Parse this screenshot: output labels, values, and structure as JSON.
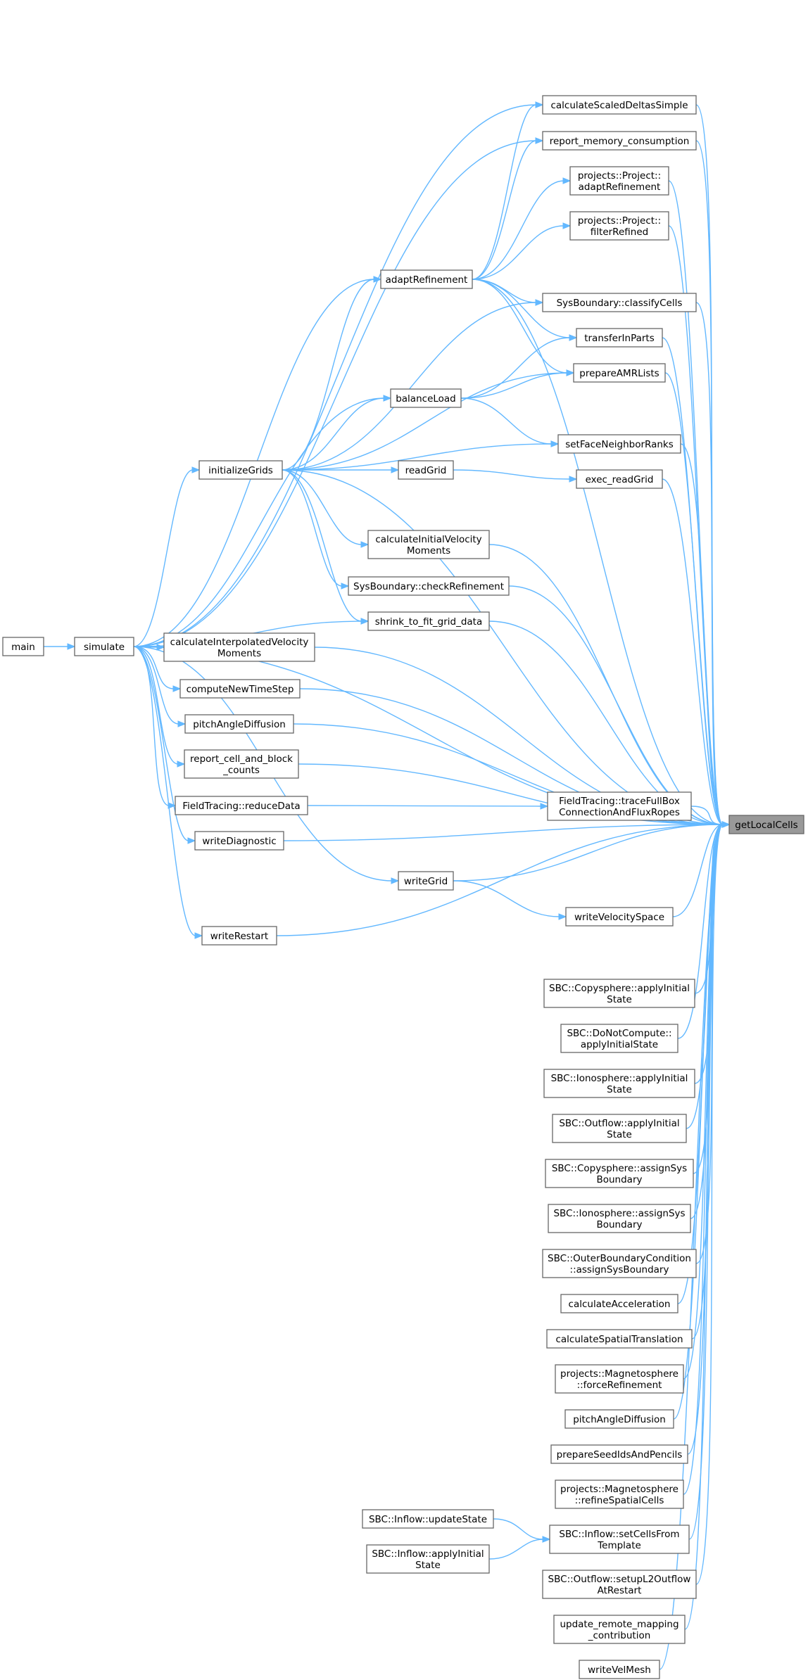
{
  "nodes": {
    "main": {
      "label": [
        "main"
      ]
    },
    "simulate": {
      "label": [
        "simulate"
      ]
    },
    "initializeGrids": {
      "label": [
        "initializeGrids"
      ]
    },
    "adaptRefinement": {
      "label": [
        "adaptRefinement"
      ]
    },
    "balanceLoad": {
      "label": [
        "balanceLoad"
      ]
    },
    "readGrid": {
      "label": [
        "readGrid"
      ]
    },
    "calcInitVelMoments": {
      "label": [
        "calculateInitialVelocity",
        "Moments"
      ]
    },
    "checkRefinement": {
      "label": [
        "SysBoundary::checkRefinement"
      ]
    },
    "shrinkToFit": {
      "label": [
        "shrink_to_fit_grid_data"
      ]
    },
    "calcInterpVelMoments": {
      "label": [
        "calculateInterpolatedVelocity",
        "Moments"
      ]
    },
    "computeNewTimeStep": {
      "label": [
        "computeNewTimeStep"
      ]
    },
    "pitchAngleDiffusion1": {
      "label": [
        "pitchAngleDiffusion"
      ]
    },
    "reportCellBlock": {
      "label": [
        "report_cell_and_block",
        "_counts"
      ]
    },
    "reduceData": {
      "label": [
        "FieldTracing::reduceData"
      ]
    },
    "writeDiagnostic": {
      "label": [
        "writeDiagnostic"
      ]
    },
    "writeGrid": {
      "label": [
        "writeGrid"
      ]
    },
    "writeRestart": {
      "label": [
        "writeRestart"
      ]
    },
    "calcScaledDeltas": {
      "label": [
        "calculateScaledDeltasSimple"
      ]
    },
    "reportMemory": {
      "label": [
        "report_memory_consumption"
      ]
    },
    "projAdaptRef": {
      "label": [
        "projects::Project::",
        "adaptRefinement"
      ]
    },
    "projFilterRef": {
      "label": [
        "projects::Project::",
        "filterRefined"
      ]
    },
    "classifyCells": {
      "label": [
        "SysBoundary::classifyCells"
      ]
    },
    "transferInParts": {
      "label": [
        "transferInParts"
      ]
    },
    "prepareAMRLists": {
      "label": [
        "prepareAMRLists"
      ]
    },
    "setFaceNeighborRanks": {
      "label": [
        "setFaceNeighborRanks"
      ]
    },
    "execReadGrid": {
      "label": [
        "exec_readGrid"
      ]
    },
    "traceFullBox": {
      "label": [
        "FieldTracing::traceFullBox",
        "ConnectionAndFluxRopes"
      ]
    },
    "writeVelocitySpace": {
      "label": [
        "writeVelocitySpace"
      ]
    },
    "copysphereApplyInit": {
      "label": [
        "SBC::Copysphere::applyInitial",
        "State"
      ]
    },
    "doNotComputeApplyInit": {
      "label": [
        "SBC::DoNotCompute::",
        "applyInitialState"
      ]
    },
    "ionosphereApplyInit": {
      "label": [
        "SBC::Ionosphere::applyInitial",
        "State"
      ]
    },
    "outflowApplyInit": {
      "label": [
        "SBC::Outflow::applyInitial",
        "State"
      ]
    },
    "copysphereAssign": {
      "label": [
        "SBC::Copysphere::assignSys",
        "Boundary"
      ]
    },
    "ionosphereAssign": {
      "label": [
        "SBC::Ionosphere::assignSys",
        "Boundary"
      ]
    },
    "outerBoundaryAssign": {
      "label": [
        "SBC::OuterBoundaryCondition",
        "::assignSysBoundary"
      ]
    },
    "calcAcceleration": {
      "label": [
        "calculateAcceleration"
      ]
    },
    "calcSpatialTranslation": {
      "label": [
        "calculateSpatialTranslation"
      ]
    },
    "magnetoForceRef": {
      "label": [
        "projects::Magnetosphere",
        "::forceRefinement"
      ]
    },
    "pitchAngleDiffusion2": {
      "label": [
        "pitchAngleDiffusion"
      ]
    },
    "prepareSeedIds": {
      "label": [
        "prepareSeedIdsAndPencils"
      ]
    },
    "magnetoRefineSpatial": {
      "label": [
        "projects::Magnetosphere",
        "::refineSpatialCells"
      ]
    },
    "inflowUpdateState": {
      "label": [
        "SBC::Inflow::updateState"
      ]
    },
    "inflowApplyInit": {
      "label": [
        "SBC::Inflow::applyInitial",
        "State"
      ]
    },
    "inflowSetCells": {
      "label": [
        "SBC::Inflow::setCellsFrom",
        "Template"
      ]
    },
    "outflowSetupL2": {
      "label": [
        "SBC::Outflow::setupL2Outflow",
        "AtRestart"
      ]
    },
    "updateRemoteMapping": {
      "label": [
        "update_remote_mapping",
        "_contribution"
      ]
    },
    "writeVelMesh": {
      "label": [
        "writeVelMesh"
      ]
    },
    "getLocalCells": {
      "label": [
        "getLocalCells"
      ]
    }
  },
  "edges": [
    [
      "main",
      "simulate"
    ],
    [
      "simulate",
      "initializeGrids"
    ],
    [
      "simulate",
      "adaptRefinement"
    ],
    [
      "simulate",
      "balanceLoad"
    ],
    [
      "simulate",
      "calcScaledDeltas"
    ],
    [
      "simulate",
      "reportMemory"
    ],
    [
      "simulate",
      "shrinkToFit"
    ],
    [
      "simulate",
      "calcInterpVelMoments"
    ],
    [
      "simulate",
      "computeNewTimeStep"
    ],
    [
      "simulate",
      "pitchAngleDiffusion1"
    ],
    [
      "simulate",
      "reportCellBlock"
    ],
    [
      "simulate",
      "reduceData"
    ],
    [
      "simulate",
      "writeDiagnostic"
    ],
    [
      "simulate",
      "writeGrid"
    ],
    [
      "simulate",
      "writeRestart"
    ],
    [
      "simulate",
      "getLocalCells"
    ],
    [
      "initializeGrids",
      "adaptRefinement"
    ],
    [
      "initializeGrids",
      "balanceLoad"
    ],
    [
      "initializeGrids",
      "readGrid"
    ],
    [
      "initializeGrids",
      "calcInitVelMoments"
    ],
    [
      "initializeGrids",
      "checkRefinement"
    ],
    [
      "initializeGrids",
      "shrinkToFit"
    ],
    [
      "initializeGrids",
      "classifyCells"
    ],
    [
      "initializeGrids",
      "prepareAMRLists"
    ],
    [
      "initializeGrids",
      "setFaceNeighborRanks"
    ],
    [
      "initializeGrids",
      "getLocalCells"
    ],
    [
      "adaptRefinement",
      "calcScaledDeltas"
    ],
    [
      "adaptRefinement",
      "reportMemory"
    ],
    [
      "adaptRefinement",
      "projAdaptRef"
    ],
    [
      "adaptRefinement",
      "projFilterRef"
    ],
    [
      "adaptRefinement",
      "classifyCells"
    ],
    [
      "adaptRefinement",
      "transferInParts"
    ],
    [
      "adaptRefinement",
      "prepareAMRLists"
    ],
    [
      "adaptRefinement",
      "getLocalCells"
    ],
    [
      "balanceLoad",
      "transferInParts"
    ],
    [
      "balanceLoad",
      "prepareAMRLists"
    ],
    [
      "balanceLoad",
      "setFaceNeighborRanks"
    ],
    [
      "readGrid",
      "execReadGrid"
    ],
    [
      "calcScaledDeltas",
      "getLocalCells"
    ],
    [
      "reportMemory",
      "getLocalCells"
    ],
    [
      "projAdaptRef",
      "getLocalCells"
    ],
    [
      "projFilterRef",
      "getLocalCells"
    ],
    [
      "classifyCells",
      "getLocalCells"
    ],
    [
      "transferInParts",
      "getLocalCells"
    ],
    [
      "prepareAMRLists",
      "getLocalCells"
    ],
    [
      "setFaceNeighborRanks",
      "getLocalCells"
    ],
    [
      "execReadGrid",
      "getLocalCells"
    ],
    [
      "calcInitVelMoments",
      "getLocalCells"
    ],
    [
      "checkRefinement",
      "getLocalCells"
    ],
    [
      "shrinkToFit",
      "getLocalCells"
    ],
    [
      "calcInterpVelMoments",
      "getLocalCells"
    ],
    [
      "computeNewTimeStep",
      "getLocalCells"
    ],
    [
      "pitchAngleDiffusion1",
      "getLocalCells"
    ],
    [
      "reportCellBlock",
      "getLocalCells"
    ],
    [
      "reduceData",
      "traceFullBox"
    ],
    [
      "traceFullBox",
      "getLocalCells"
    ],
    [
      "writeDiagnostic",
      "getLocalCells"
    ],
    [
      "writeGrid",
      "writeVelocitySpace"
    ],
    [
      "writeGrid",
      "getLocalCells"
    ],
    [
      "writeVelocitySpace",
      "getLocalCells"
    ],
    [
      "writeRestart",
      "getLocalCells"
    ],
    [
      "copysphereApplyInit",
      "getLocalCells"
    ],
    [
      "doNotComputeApplyInit",
      "getLocalCells"
    ],
    [
      "ionosphereApplyInit",
      "getLocalCells"
    ],
    [
      "outflowApplyInit",
      "getLocalCells"
    ],
    [
      "copysphereAssign",
      "getLocalCells"
    ],
    [
      "ionosphereAssign",
      "getLocalCells"
    ],
    [
      "outerBoundaryAssign",
      "getLocalCells"
    ],
    [
      "calcAcceleration",
      "getLocalCells"
    ],
    [
      "calcSpatialTranslation",
      "getLocalCells"
    ],
    [
      "magnetoForceRef",
      "getLocalCells"
    ],
    [
      "pitchAngleDiffusion2",
      "getLocalCells"
    ],
    [
      "prepareSeedIds",
      "getLocalCells"
    ],
    [
      "magnetoRefineSpatial",
      "getLocalCells"
    ],
    [
      "inflowUpdateState",
      "inflowSetCells"
    ],
    [
      "inflowApplyInit",
      "inflowSetCells"
    ],
    [
      "inflowSetCells",
      "getLocalCells"
    ],
    [
      "outflowSetupL2",
      "getLocalCells"
    ],
    [
      "updateRemoteMapping",
      "getLocalCells"
    ],
    [
      "writeVelMesh",
      "getLocalCells"
    ]
  ],
  "colors": {
    "edge": "#63b8ff",
    "node_border": "#666666",
    "node_fill": "#ffffff",
    "root_fill": "#999999"
  }
}
